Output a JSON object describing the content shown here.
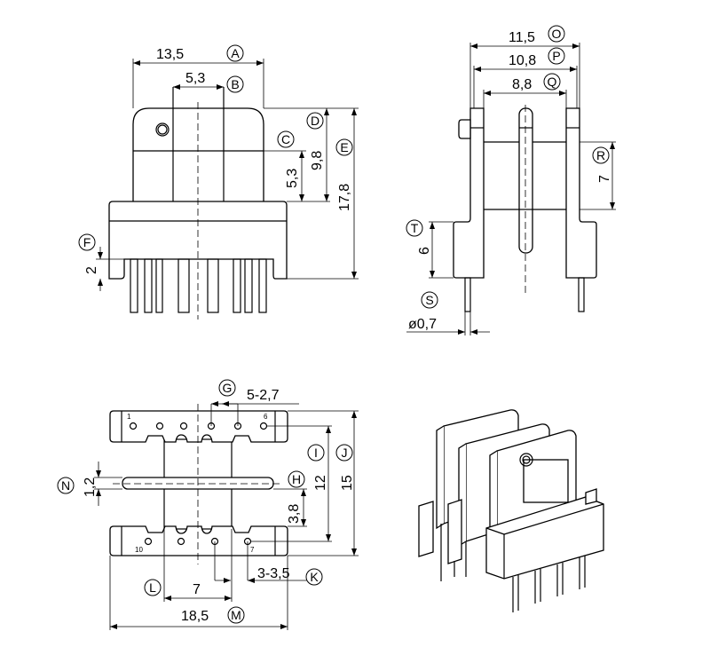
{
  "front_view": {
    "A": {
      "label": "A",
      "value": "13,5"
    },
    "B": {
      "label": "B",
      "value": "5,3"
    },
    "C": {
      "label": "C",
      "value": "5,3"
    },
    "D": {
      "label": "D",
      "value": "9,8"
    },
    "E": {
      "label": "E",
      "value": "17,8"
    },
    "F": {
      "label": "F",
      "value": "2"
    }
  },
  "bottom_view": {
    "G": {
      "label": "G",
      "value": "5-2,7"
    },
    "H": {
      "label": "H"
    },
    "I": {
      "label": "I",
      "value": "12"
    },
    "J": {
      "label": "J",
      "value": "15"
    },
    "K": {
      "label": "K",
      "value": "3-3,5"
    },
    "L": {
      "label": "L",
      "value": "7"
    },
    "M": {
      "label": "M",
      "value": "18,5"
    },
    "N": {
      "label": "N",
      "value": "1,2"
    },
    "H_offset": {
      "value": "3,8"
    },
    "pins": {
      "p1": "1",
      "p6": "6",
      "p7": "7",
      "p10": "10"
    }
  },
  "side_view": {
    "O": {
      "label": "O",
      "value": "11,5"
    },
    "P": {
      "label": "P",
      "value": "10,8"
    },
    "Q": {
      "label": "Q",
      "value": "8,8"
    },
    "R": {
      "label": "R",
      "value": "7"
    },
    "S": {
      "label": "S",
      "value": "ø0,7"
    },
    "T": {
      "label": "T",
      "value": "6"
    }
  }
}
